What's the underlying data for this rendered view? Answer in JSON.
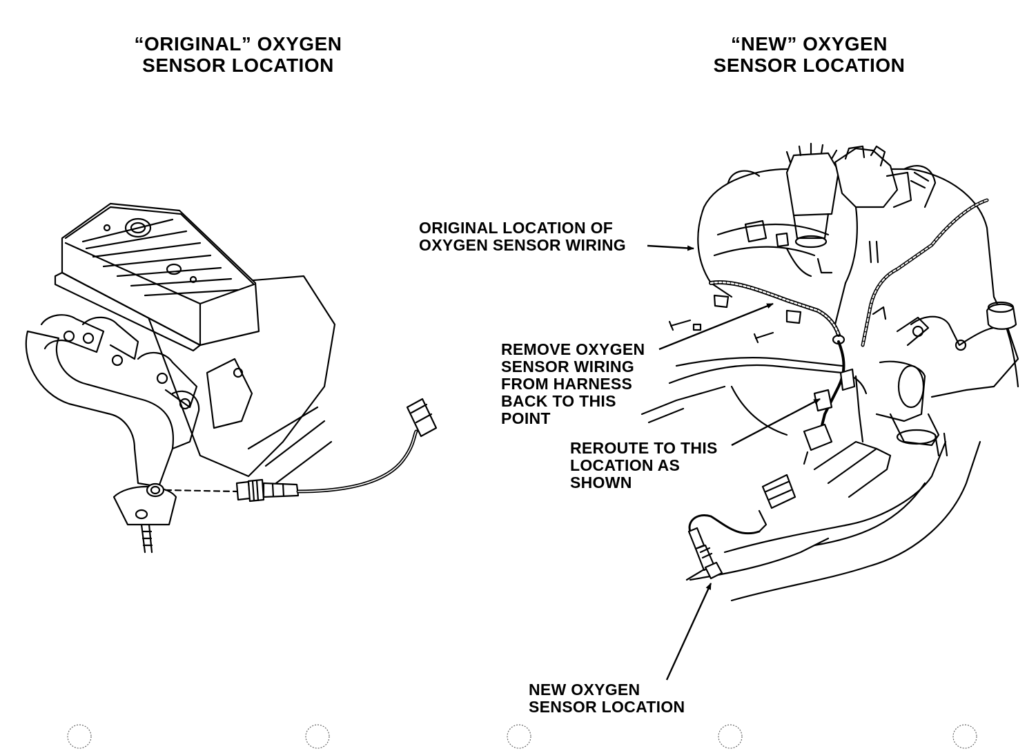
{
  "left_panel": {
    "title_lines": [
      "“ORIGINAL” OXYGEN",
      "SENSOR LOCATION"
    ]
  },
  "right_panel": {
    "title_lines": [
      "“NEW” OXYGEN",
      "SENSOR LOCATION"
    ],
    "callouts": {
      "original_wiring": [
        "ORIGINAL LOCATION OF",
        "OXYGEN SENSOR WIRING"
      ],
      "remove_wiring": [
        "REMOVE OXYGEN",
        "SENSOR WIRING",
        "FROM HARNESS",
        "BACK TO THIS",
        "POINT"
      ],
      "reroute": [
        "REROUTE TO THIS",
        "LOCATION AS",
        "SHOWN"
      ],
      "new_sensor": [
        "NEW OXYGEN",
        "SENSOR LOCATION"
      ]
    }
  },
  "colors": {
    "ink": "#000000",
    "paper": "#ffffff"
  }
}
